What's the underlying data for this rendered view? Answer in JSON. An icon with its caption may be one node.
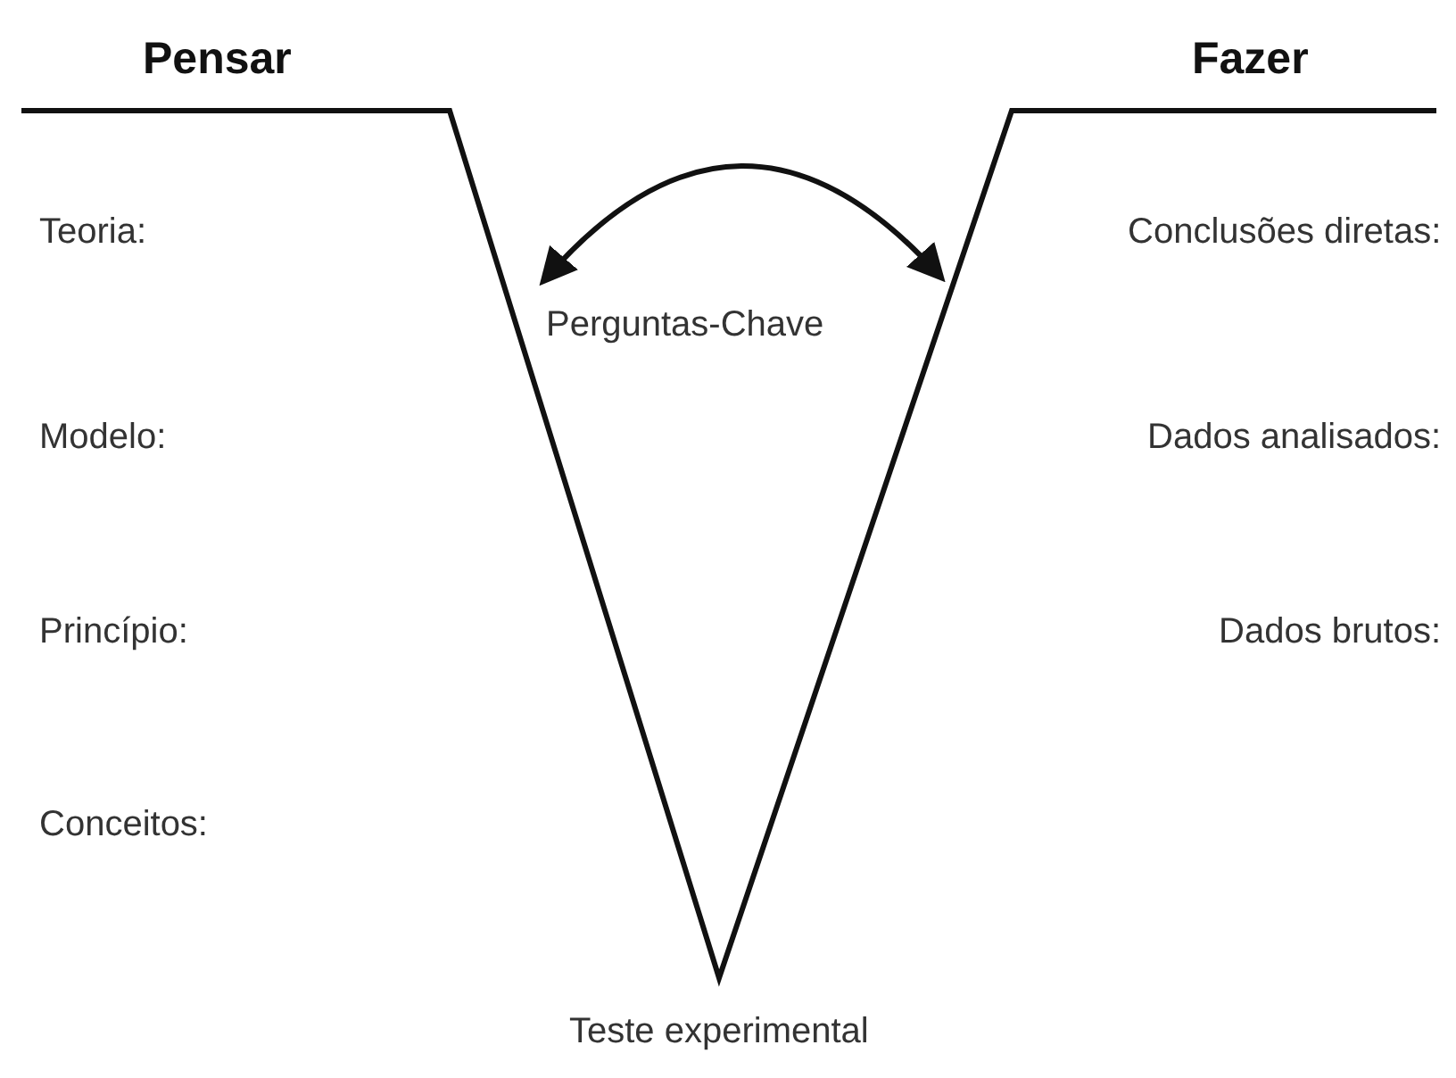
{
  "diagram": {
    "labels": [
      "Pensar",
      "Fazer",
      "Teoria:",
      "Conclusões diretas:",
      "Perguntas-Chave",
      "Modelo:",
      "Dados analisados:",
      "Princípio:",
      "Dados brutos:",
      "Conceitos:",
      "Teste experimental"
    ]
  }
}
